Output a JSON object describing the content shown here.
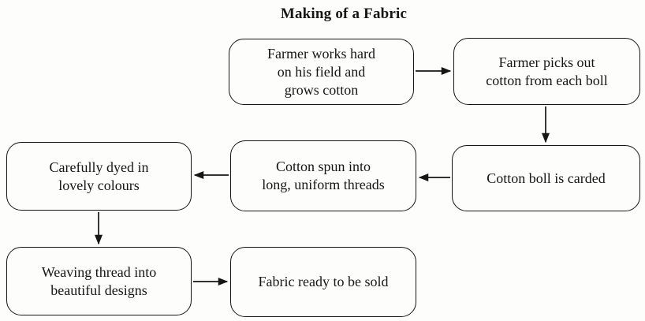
{
  "title": "Making of a Fabric",
  "nodes": {
    "farmer_grows": {
      "label": "Farmer works hard\non his field and\ngrows cotton"
    },
    "farmer_picks": {
      "label": "Farmer picks out\ncotton from each boll"
    },
    "carded": {
      "label": "Cotton boll is carded"
    },
    "spun": {
      "label": "Cotton spun into\nlong, uniform threads"
    },
    "dyed": {
      "label": "Carefully dyed in\nlovely colours"
    },
    "weaving": {
      "label": "Weaving thread into\nbeautiful designs"
    },
    "sold": {
      "label": "Fabric ready to be sold"
    }
  },
  "edges": [
    {
      "from": "farmer_grows",
      "to": "farmer_picks",
      "direction": "right"
    },
    {
      "from": "farmer_picks",
      "to": "carded",
      "direction": "down"
    },
    {
      "from": "carded",
      "to": "spun",
      "direction": "left"
    },
    {
      "from": "spun",
      "to": "dyed",
      "direction": "left"
    },
    {
      "from": "dyed",
      "to": "weaving",
      "direction": "down"
    },
    {
      "from": "weaving",
      "to": "sold",
      "direction": "right"
    }
  ],
  "colors": {
    "ink": "#161616",
    "background": "#fdfdfc"
  }
}
